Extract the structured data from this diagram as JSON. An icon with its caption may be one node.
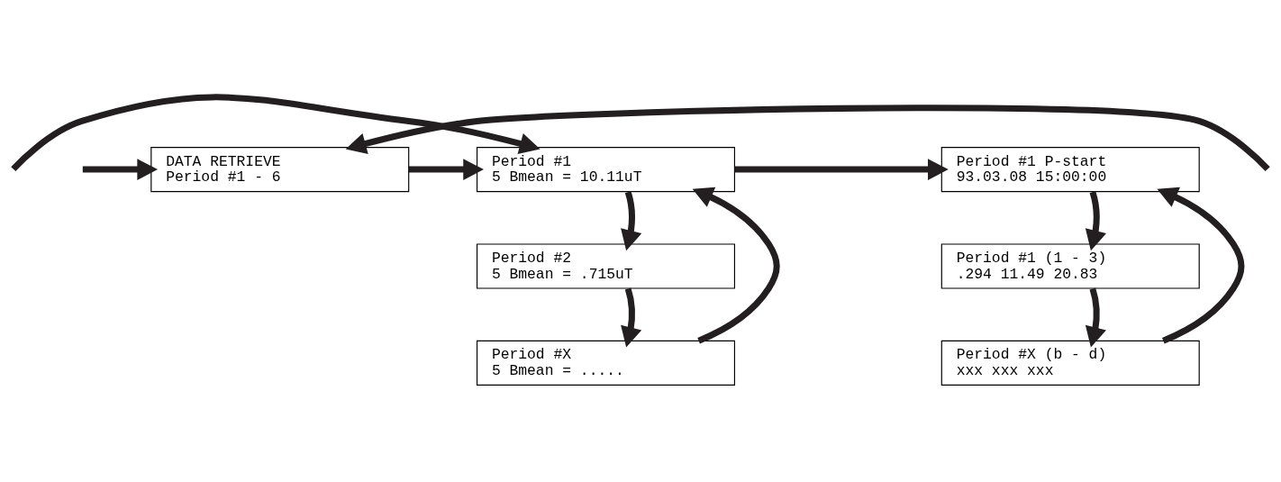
{
  "diagram": {
    "nodes": [
      {
        "text": [
          "DATA RETRIEVE",
          "Period #1 - 6"
        ]
      },
      {
        "text": [
          "Period #1",
          "5 Bmean = 10.11uT"
        ]
      },
      {
        "text": [
          "Period #2",
          "5 Bmean = .715uT"
        ]
      },
      {
        "text": [
          "Period #X",
          "5 Bmean = ....."
        ]
      },
      {
        "text": [
          "Period #1 P-start",
          "93.03.08 15:00:00"
        ]
      },
      {
        "text": [
          "Period #1 (1 - 3)",
          ".294 11.49 20.83"
        ]
      },
      {
        "text": [
          "Period #X (b - d)",
          "xxx xxx xxx"
        ]
      }
    ],
    "edges": [
      {
        "from": null,
        "to": 0,
        "arrow": "to"
      },
      {
        "from": 0,
        "to": 1,
        "arrow": "to"
      },
      {
        "from": 1,
        "to": 2,
        "arrow": "to"
      },
      {
        "from": 2,
        "to": 3,
        "arrow": "to"
      },
      {
        "from": 3,
        "to": 1,
        "arrow": "to"
      },
      {
        "from": null,
        "to": 0,
        "arrow": "to"
      },
      {
        "from": 1,
        "to": 4,
        "arrow": "to"
      },
      {
        "from": 4,
        "to": 5,
        "arrow": "to"
      },
      {
        "from": 5,
        "to": 6,
        "arrow": "to"
      },
      {
        "from": 6,
        "to": 4,
        "arrow": "to"
      },
      {
        "from": null,
        "to": 1,
        "arrow": "to"
      }
    ]
  }
}
